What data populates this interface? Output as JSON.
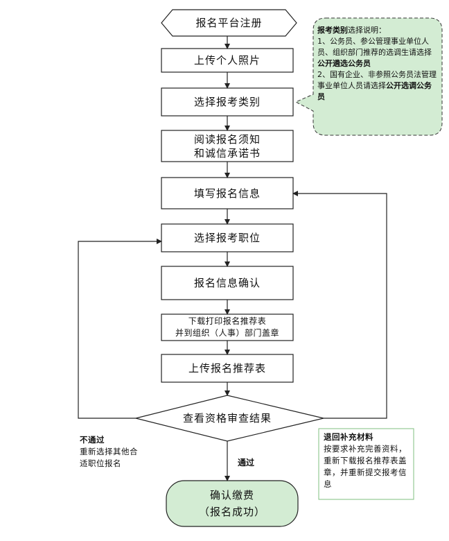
{
  "flow": {
    "register": "报名平台注册",
    "upload_photo": "上传个人照片",
    "choose_category": "选择报考类别",
    "read_notice": "阅读报名须知\n和诚信承诺书",
    "fill_info": "填写报名信息",
    "choose_position": "选择报考职位",
    "confirm_info": "报名信息确认",
    "download_print": "下载打印报名推荐表\n并到组织（人事）部门盖章",
    "upload_form": "上传报名推荐表",
    "check_result": "查看资格审查结果",
    "payment": "确认缴费\n（报名成功）"
  },
  "category_note": {
    "head_bold": "报考类别",
    "head_rest": "选择说明：",
    "line1_prefix": "1、公务员、参公管理事业单位人员、组织部门推荐的选调生请选择",
    "line1_bold": "公开遴选公务员",
    "line2_prefix": "2、国有企业、非参照公务员法管理事业单位人员请选择",
    "line2_bold": "公开选调公务员"
  },
  "fail_note": {
    "title": "不通过",
    "text": "重新选择其他合\n适职位报名"
  },
  "pass_label": "通过",
  "supplement_note": {
    "title": "退回补充材料",
    "text": "按要求补充完善资料，重新下载报名推荐表盖章，并重新提交报考信息"
  },
  "colors": {
    "green_fill": "#d3ecd3",
    "border": "#222222",
    "green_border": "#7fbf7f"
  }
}
